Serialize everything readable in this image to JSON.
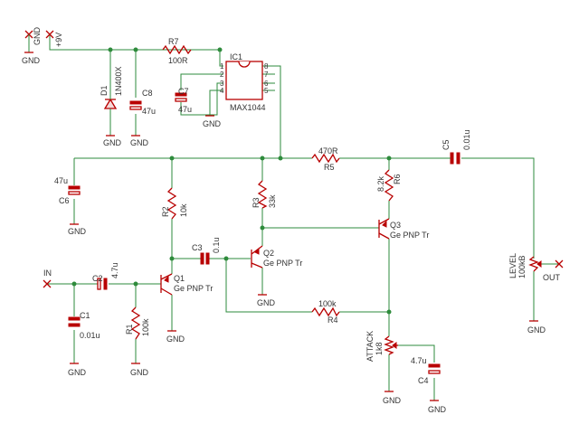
{
  "colors": {
    "wire": "#2e8b3c",
    "component": "#b80000",
    "text": "#333333",
    "background": "#ffffff"
  },
  "labels": {
    "gnd": "GND",
    "v9": "+9V",
    "r7": "R7",
    "r7v": "100R",
    "ic1": "IC1",
    "ic1v": "MAX1044",
    "pin1": "1",
    "pin2": "2",
    "pin3": "3",
    "pin4": "4",
    "pin5": "5",
    "pin6": "6",
    "pin7": "7",
    "pin8": "8",
    "d1": "D1",
    "d1v": "1N400X",
    "c8": "C8",
    "c8v": "47u",
    "c7": "C7",
    "c7v": "47u",
    "r5": "R5",
    "r5v": "470R",
    "c5": "C5",
    "c5v": "0.01u",
    "c6": "C6",
    "c6v": "47u",
    "r2": "R2",
    "r2v": "10k",
    "r3": "R3",
    "r3v": "33k",
    "r6": "R6",
    "r6v": "8.2k",
    "q1": "Q1",
    "q1v": "Ge PNP Tr",
    "q2": "Q2",
    "q2v": "Ge PNP Tr",
    "q3": "Q3",
    "q3v": "Ge PNP Tr",
    "c3": "C3",
    "c3v": "0.1u",
    "c2": "C2",
    "c2v": "4.7u",
    "in": "IN",
    "out": "OUT",
    "c1": "C1",
    "c1v": "0.01u",
    "r1": "R1",
    "r1v": "100k",
    "r4": "R4",
    "r4v": "100k",
    "attack": "ATTACK",
    "attackv": "1k8",
    "c4": "C4",
    "c4v": "4.7u",
    "level": "LEVEL",
    "levelv": "100kB"
  }
}
